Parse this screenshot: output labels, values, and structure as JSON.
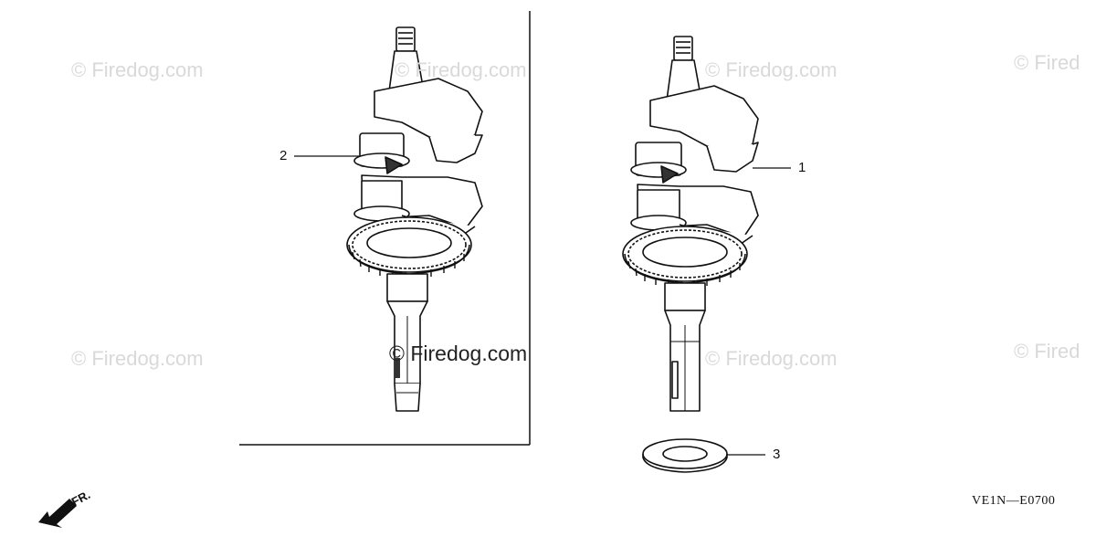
{
  "watermarks": {
    "w1": "© Firedog.com",
    "w2": "© Firedog.com",
    "w3": "© Firedog.com",
    "w4": "© Fired",
    "w5": "© Firedog.com",
    "w6": "© Firedog.com",
    "w7": "© Fired",
    "w8": "© Firedog.com",
    "center": "© Firedog.com"
  },
  "callouts": {
    "part_1": "1",
    "part_2": "2",
    "part_3": "3"
  },
  "direction_label": "FR.",
  "diagram_code": "VE1N—E0700",
  "colors": {
    "ink": "#111111",
    "watermark": "#d9d9d9"
  }
}
